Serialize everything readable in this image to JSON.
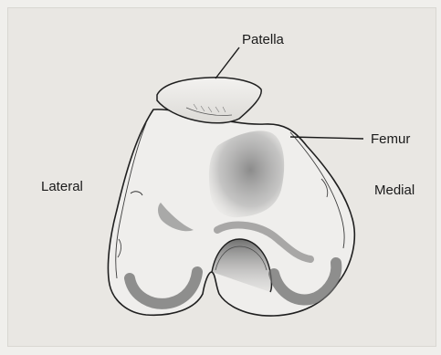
{
  "diagram": {
    "labels": {
      "patella": "Patella",
      "femur": "Femur",
      "lateral": "Lateral",
      "medial": "Medial"
    },
    "colors": {
      "background": "#e9e7e3",
      "bone_fill": "#efeeec",
      "outline": "#1f1f1f",
      "shading": "#6d6d6d"
    }
  }
}
